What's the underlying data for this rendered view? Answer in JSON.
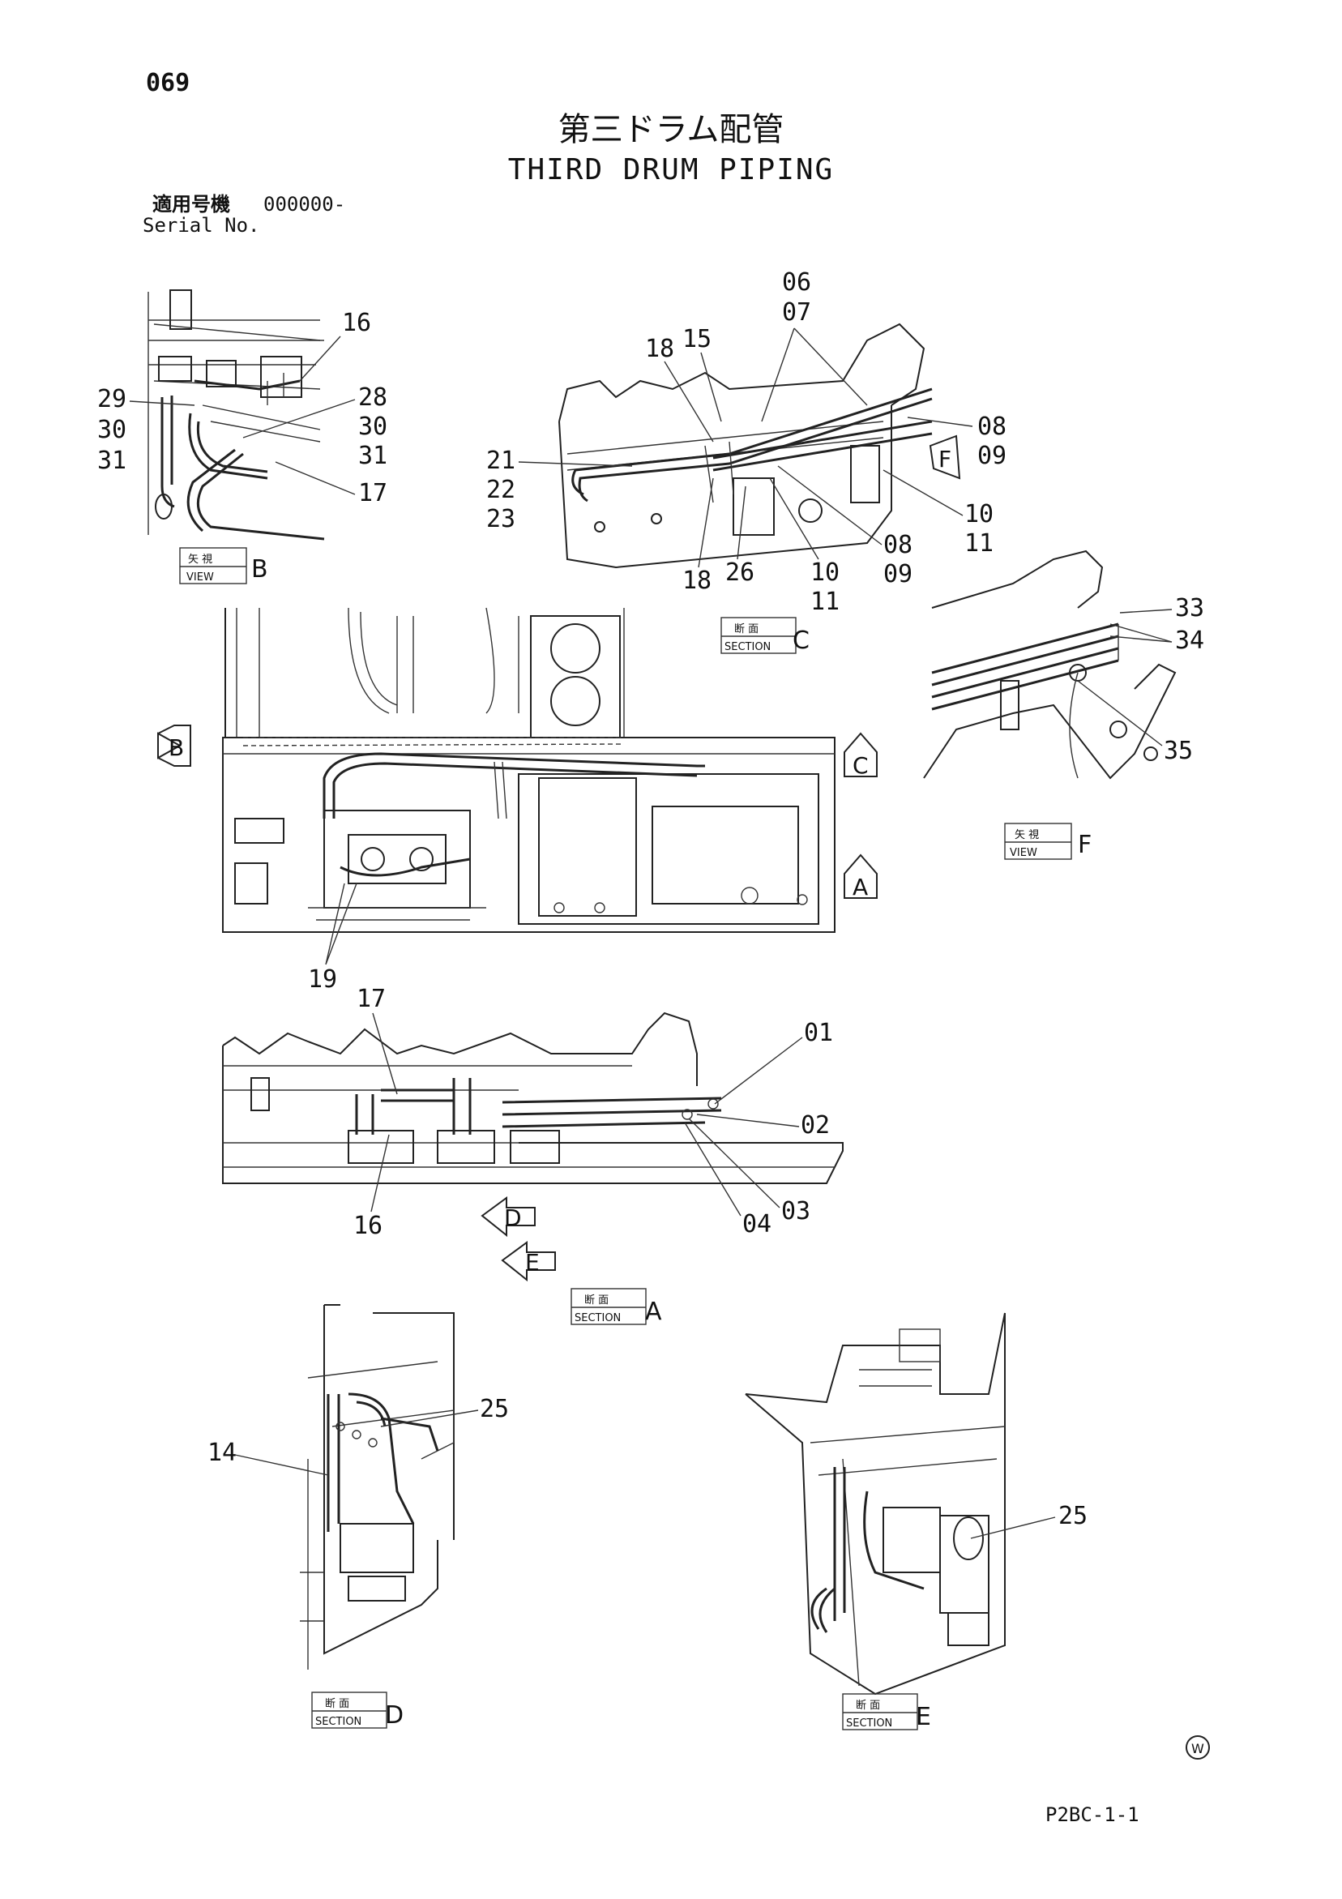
{
  "header": {
    "page_number": "069",
    "title_jp": "第三ドラム配管",
    "title_en": "THIRD DRUM PIPING",
    "serial_label_jp": "適用号機",
    "serial_value": "000000-",
    "serial_label_en": "Serial No."
  },
  "drawing_code": "P2BC-1-1",
  "mark": "W",
  "boxes": {
    "view_jp": "矢 視",
    "view_en": "VIEW",
    "section_jp": "断 面",
    "section_en": "SECTION"
  },
  "views": {
    "view_b": {
      "letter": "B",
      "callouts": [
        "16",
        "28",
        "30",
        "31",
        "17",
        "29",
        "30",
        "31"
      ]
    },
    "section_c": {
      "letter": "C",
      "callouts": [
        "06",
        "07",
        "15",
        "18",
        "21",
        "22",
        "23",
        "08",
        "09",
        "F",
        "10",
        "11",
        "08",
        "09",
        "26",
        "10",
        "11",
        "18"
      ]
    },
    "view_f": {
      "letter": "F",
      "callouts": [
        "33",
        "34",
        "35"
      ]
    },
    "plan": {
      "arrows": [
        "B",
        "C",
        "A"
      ],
      "callouts": [
        "19"
      ]
    },
    "section_a": {
      "letter": "A",
      "arrows": [
        "D",
        "E"
      ],
      "callouts": [
        "17",
        "01",
        "02",
        "03",
        "04",
        "16"
      ]
    },
    "section_d": {
      "letter": "D",
      "callouts": [
        "25",
        "14"
      ]
    },
    "section_e": {
      "letter": "E",
      "callouts": [
        "25"
      ]
    }
  }
}
